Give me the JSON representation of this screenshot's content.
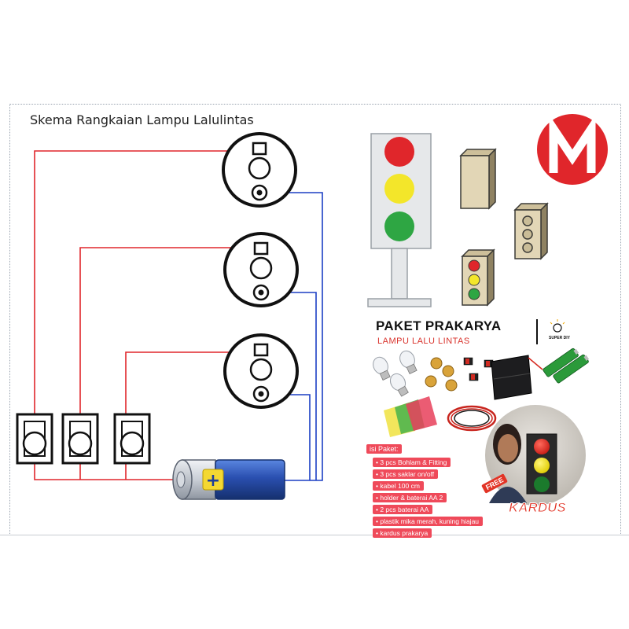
{
  "diagram": {
    "title": "Skema Rangkaian Lampu Lalulintas",
    "components": [
      "lamp-top",
      "lamp-middle",
      "lamp-bottom",
      "switch-1",
      "switch-2",
      "switch-3",
      "battery"
    ],
    "wire_colors": {
      "positive": "#e0262b",
      "negative": "#1c3fc4"
    }
  },
  "brand": {
    "logo": "M",
    "color": "#e0262b"
  },
  "paket": {
    "title": "PAKET PRAKARYA",
    "subtitle": "LAMPU LALU LINTAS",
    "badge": "SUPER DIY",
    "isi_label": "isi Paket:",
    "items": [
      "3 pcs Bohlam & Fitting",
      "3 pcs saklar on/off",
      "kabel 100 cm",
      "holder & baterai AA 2",
      "2 pcs baterai AA",
      "plastik mika merah, kuning hiajau",
      "kardus prakarya"
    ],
    "free_label": "FREE",
    "kardus_label": "KARDUS"
  },
  "colors": {
    "red": "#e0262b",
    "yellow": "#f3e62a",
    "green": "#2ea643",
    "accent": "#ef4a5a"
  }
}
